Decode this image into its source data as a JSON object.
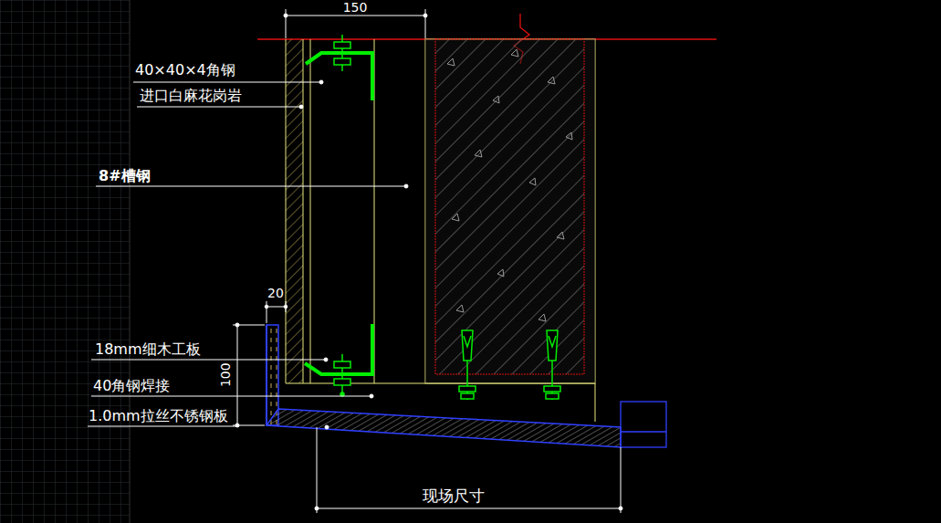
{
  "diagram": {
    "labels": [
      "150",
      "40×40×4角钢",
      "进口白麻花岗岩",
      "8#槽钢",
      "20",
      "18mm细木工板",
      "100",
      "40角钢焊接",
      "1.0mm拉丝不锈钢板",
      "现场尺寸"
    ]
  }
}
